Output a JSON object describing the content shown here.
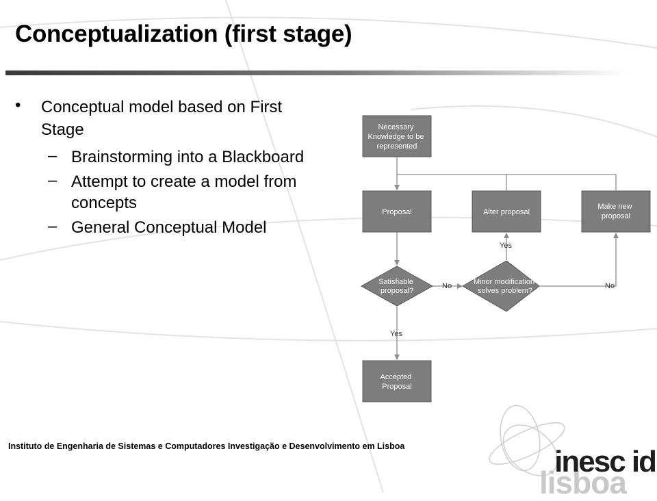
{
  "slide": {
    "title": "Conceptualization (first stage)",
    "bullet_main": "Conceptual model based on First Stage",
    "sub_bullets": [
      "Brainstorming into a Blackboard",
      "Attempt to create a model from concepts",
      "General Conceptual Model"
    ],
    "footer": "Instituto de Engenharia de Sistemas e Computadores Investigação e Desenvolvimento em Lisboa",
    "logo_top": "inesc id",
    "logo_bottom": "lisboa"
  },
  "diagram": {
    "nodes": {
      "necessary_knowledge": [
        "Necessary",
        "Knowledge to be",
        "represented"
      ],
      "proposal": [
        "Proposal"
      ],
      "alter_proposal": [
        "Alter proposal"
      ],
      "make_new_proposal": [
        "Make new",
        "proposal"
      ],
      "satisfiable": [
        "Satisfiable",
        "proposal?"
      ],
      "minor_modification": [
        "Minor modification",
        "solves problem?"
      ],
      "accepted_proposal": [
        "Accepted",
        "Proposal"
      ]
    },
    "edge_labels": {
      "satisfiable_no": "No",
      "minor_yes": "Yes",
      "minor_no": "No",
      "satisfiable_yes": "Yes"
    }
  }
}
